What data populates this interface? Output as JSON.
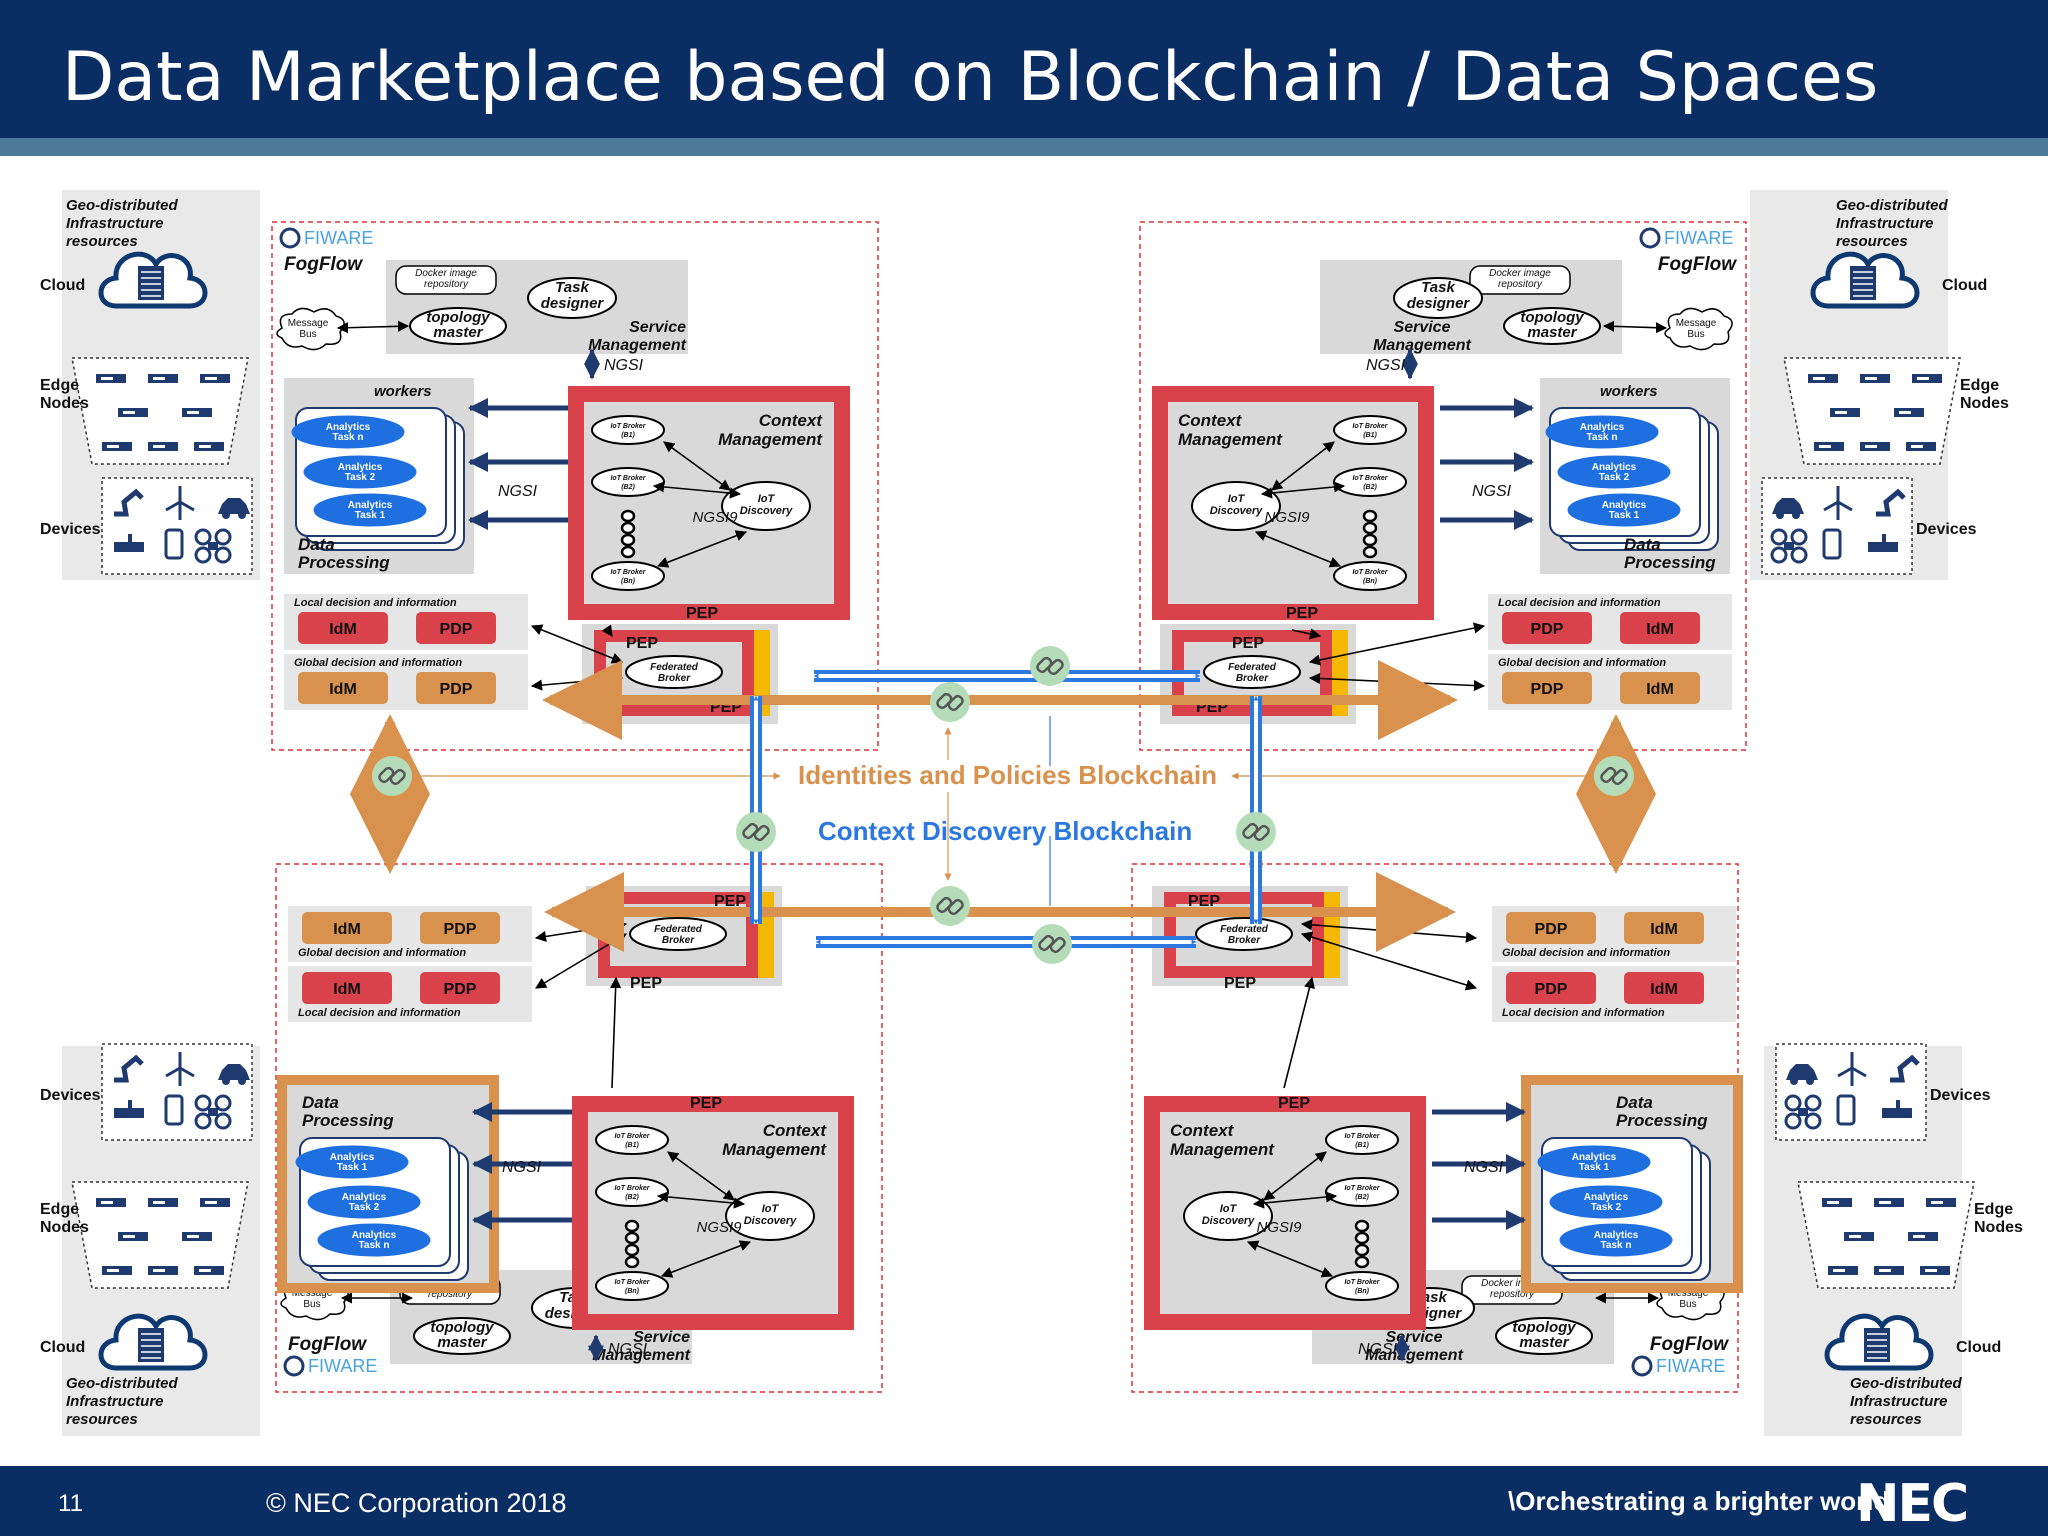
{
  "slide": {
    "title": "Data Marketplace based on Blockchain / Data Spaces",
    "page_number": "11",
    "copyright": "© NEC Corporation 2018",
    "tagline": "\\Orchestrating a brighter world",
    "logo": "NEC"
  },
  "blockchains": {
    "identities": "Identities and Policies Blockchain",
    "context": "Context  Discovery Blockchain"
  },
  "labels": {
    "geo": [
      "Geo-distributed",
      "Infrastructure",
      "resources"
    ],
    "cloud": "Cloud",
    "edge": [
      "Edge",
      "Nodes"
    ],
    "devices": "Devices",
    "fiware": "FIWARE",
    "fogflow": "FogFlow",
    "docker": [
      "Docker image",
      "repository"
    ],
    "task_designer": [
      "Task",
      "designer"
    ],
    "topology_master": [
      "topology",
      "master"
    ],
    "service_mgmt": [
      "Service",
      "Management"
    ],
    "message_bus": [
      "Message",
      "Bus"
    ],
    "ngsi": "NGSI",
    "ngsi9": "NGSI9",
    "workers": "workers",
    "data_processing": [
      "Data",
      "Processing"
    ],
    "analytics_n": [
      "Analytics",
      "Task n"
    ],
    "analytics_2": [
      "Analytics",
      "Task 2"
    ],
    "analytics_1": [
      "Analytics",
      "Task 1"
    ],
    "context_mgmt": [
      "Context",
      "Management"
    ],
    "iot_broker_b1": [
      "IoT Broker",
      "(B1)"
    ],
    "iot_broker_b2": [
      "IoT Broker",
      "(B2)"
    ],
    "iot_broker_bn": [
      "IoT Broker",
      "(Bn)"
    ],
    "iot_discovery": [
      "IoT",
      "Discovery"
    ],
    "pep": "PEP",
    "federated_broker": [
      "Federated",
      "Broker"
    ],
    "idm": "IdM",
    "pdp": "PDP",
    "local_decision": "Local decision  and information",
    "global_decision": "Global decision  and information",
    "local_decision_short": "Local decision",
    "global_decision_short": "Global decision",
    "and_information": "and information"
  },
  "colors": {
    "header": "#0a2e63",
    "red": "#d9414b",
    "orange": "#d8924e",
    "yellow": "#f5b800",
    "blue": "#2b79e0",
    "analytics_blue": "#1e6fe0",
    "gray_panel": "#d9d9d9",
    "dashed_red": "#e03030"
  },
  "icons": [
    "cloud-server-icon",
    "edge-node-icon",
    "robot-arm-icon",
    "wind-turbine-icon",
    "car-icon",
    "drone-icon",
    "camera-icon",
    "phone-icon",
    "chain-link-icon"
  ]
}
